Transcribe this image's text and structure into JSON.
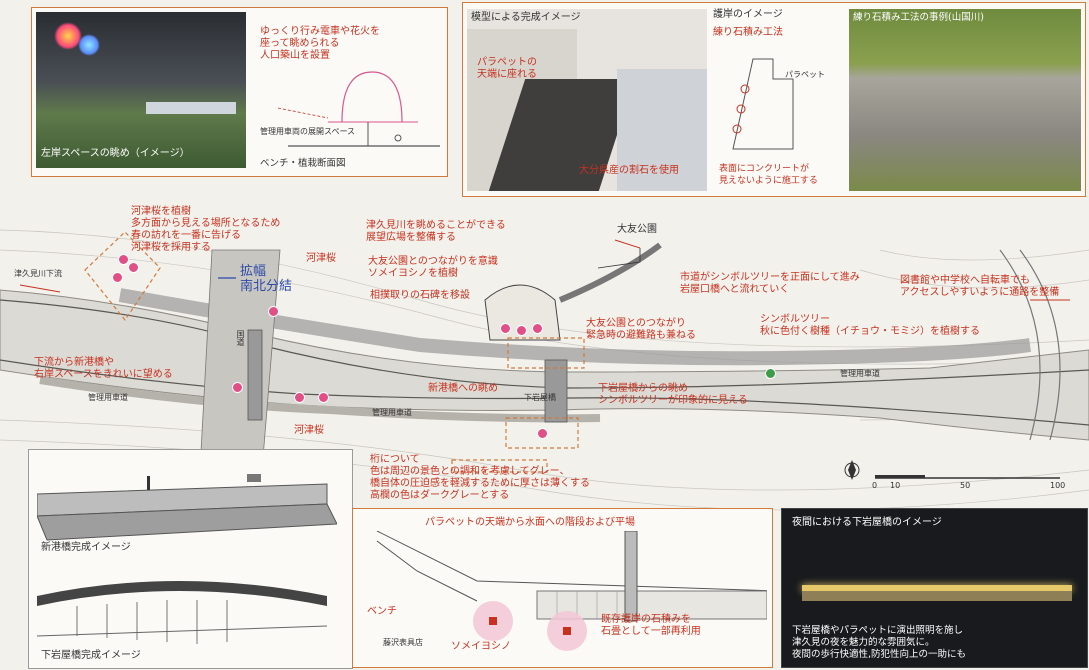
{
  "top_left_box": {
    "photo_caption": "左岸スペースの眺め（イメージ）",
    "mound_text": [
      "ゆっくり行み電車や花火を",
      "座って眺められる",
      "人口築山を設置"
    ],
    "vehicle_label": "管理用車両の展開スペース",
    "section_label": "ベンチ・植栽断面図"
  },
  "top_right_box": {
    "model_title": "模型による完成イメージ",
    "model_label1": [
      "パラペットの",
      "天端に座れる"
    ],
    "model_label2": "大分県産の割石を使用",
    "revetment_title": "護岸のイメージ",
    "revetment_method": "練り石積み工法",
    "parapet_label": "パラペット",
    "concrete_note": [
      "表面にコンクリートが",
      "見えないように施工する"
    ],
    "example_title": "練り石積み工法の事例(山国川)"
  },
  "map": {
    "river_west": "津久見川下流",
    "cherry_note": [
      "河津桜を植樹",
      "多方面から見える場所となるため",
      "春の訪れを一番に告げる",
      "河津桜を採用する"
    ],
    "handwritten": "拡幅\n南北分結",
    "kawazu1": "河津桜",
    "kawazu2": "河津桜",
    "road_label": "国道",
    "view_note": [
      "津久見川を眺めることができる",
      "展望広場を整備する"
    ],
    "park_note": [
      "大友公園とのつながりを意識",
      "ソメイヨシノを植樹"
    ],
    "stone_note": "相撲取りの石碑を移設",
    "park_name": "大友公園",
    "shimo_note": [
      "下流から新港橋や",
      "右岸スペースをきれいに望める"
    ],
    "newport_view": "新港橋への眺め",
    "shimo_bridge": "下岩屋橋",
    "ootomo_conn": [
      "大友公園とのつながり",
      "緊急時の避難路も兼ねる"
    ],
    "symbol_view": [
      "下岩屋橋からの眺め",
      "シンボルツリーが印象的に見える"
    ],
    "city_road": [
      "市道がシンボルツリーを正面にして進み",
      "岩屋口橋へと流れていく"
    ],
    "symbol_tree": [
      "シンボルツリー",
      "秋に色付く樹種（イチョウ・モミジ）を植樹する"
    ],
    "school_note": [
      "図書館や中学校へ自転車でも",
      "アクセスしやすいように通路を整備"
    ],
    "mgmt_road": "管理用車道",
    "mgmt_road2": "管理用車道",
    "mgmt_road3": "管理用車道",
    "girder_note": [
      "桁について",
      "色は周辺の景色との調和を考慮してグレー、",
      "橋自体の圧迫感を軽減するために厚さは薄くする",
      "高欄の色はダークグレーとする"
    ],
    "scale": [
      "0",
      "10",
      "50",
      "100"
    ]
  },
  "bottom_left_box": {
    "caption1": "新港橋完成イメージ",
    "caption2": "下岩屋橋完成イメージ"
  },
  "bottom_mid_box": {
    "title": "パラペットの天端から水面への階段および平場",
    "bench": "ベンチ",
    "someiyoshino": "ソメイヨシノ",
    "shop": "藤沢表具店",
    "reuse_note": [
      "既存護岸の石積みを",
      "石畳として一部再利用"
    ]
  },
  "bottom_right_box": {
    "title": "夜間における下岩屋橋のイメージ",
    "note": [
      "下岩屋橋やパラペットに演出照明を施し",
      "津久見の夜を魅力的な雰囲気に。",
      "夜間の歩行快適性,防犯性向上の一助にも"
    ]
  },
  "colors": {
    "accent": "#d27a3a",
    "red_text": "#c7321f",
    "blossom": "#e14f86"
  }
}
